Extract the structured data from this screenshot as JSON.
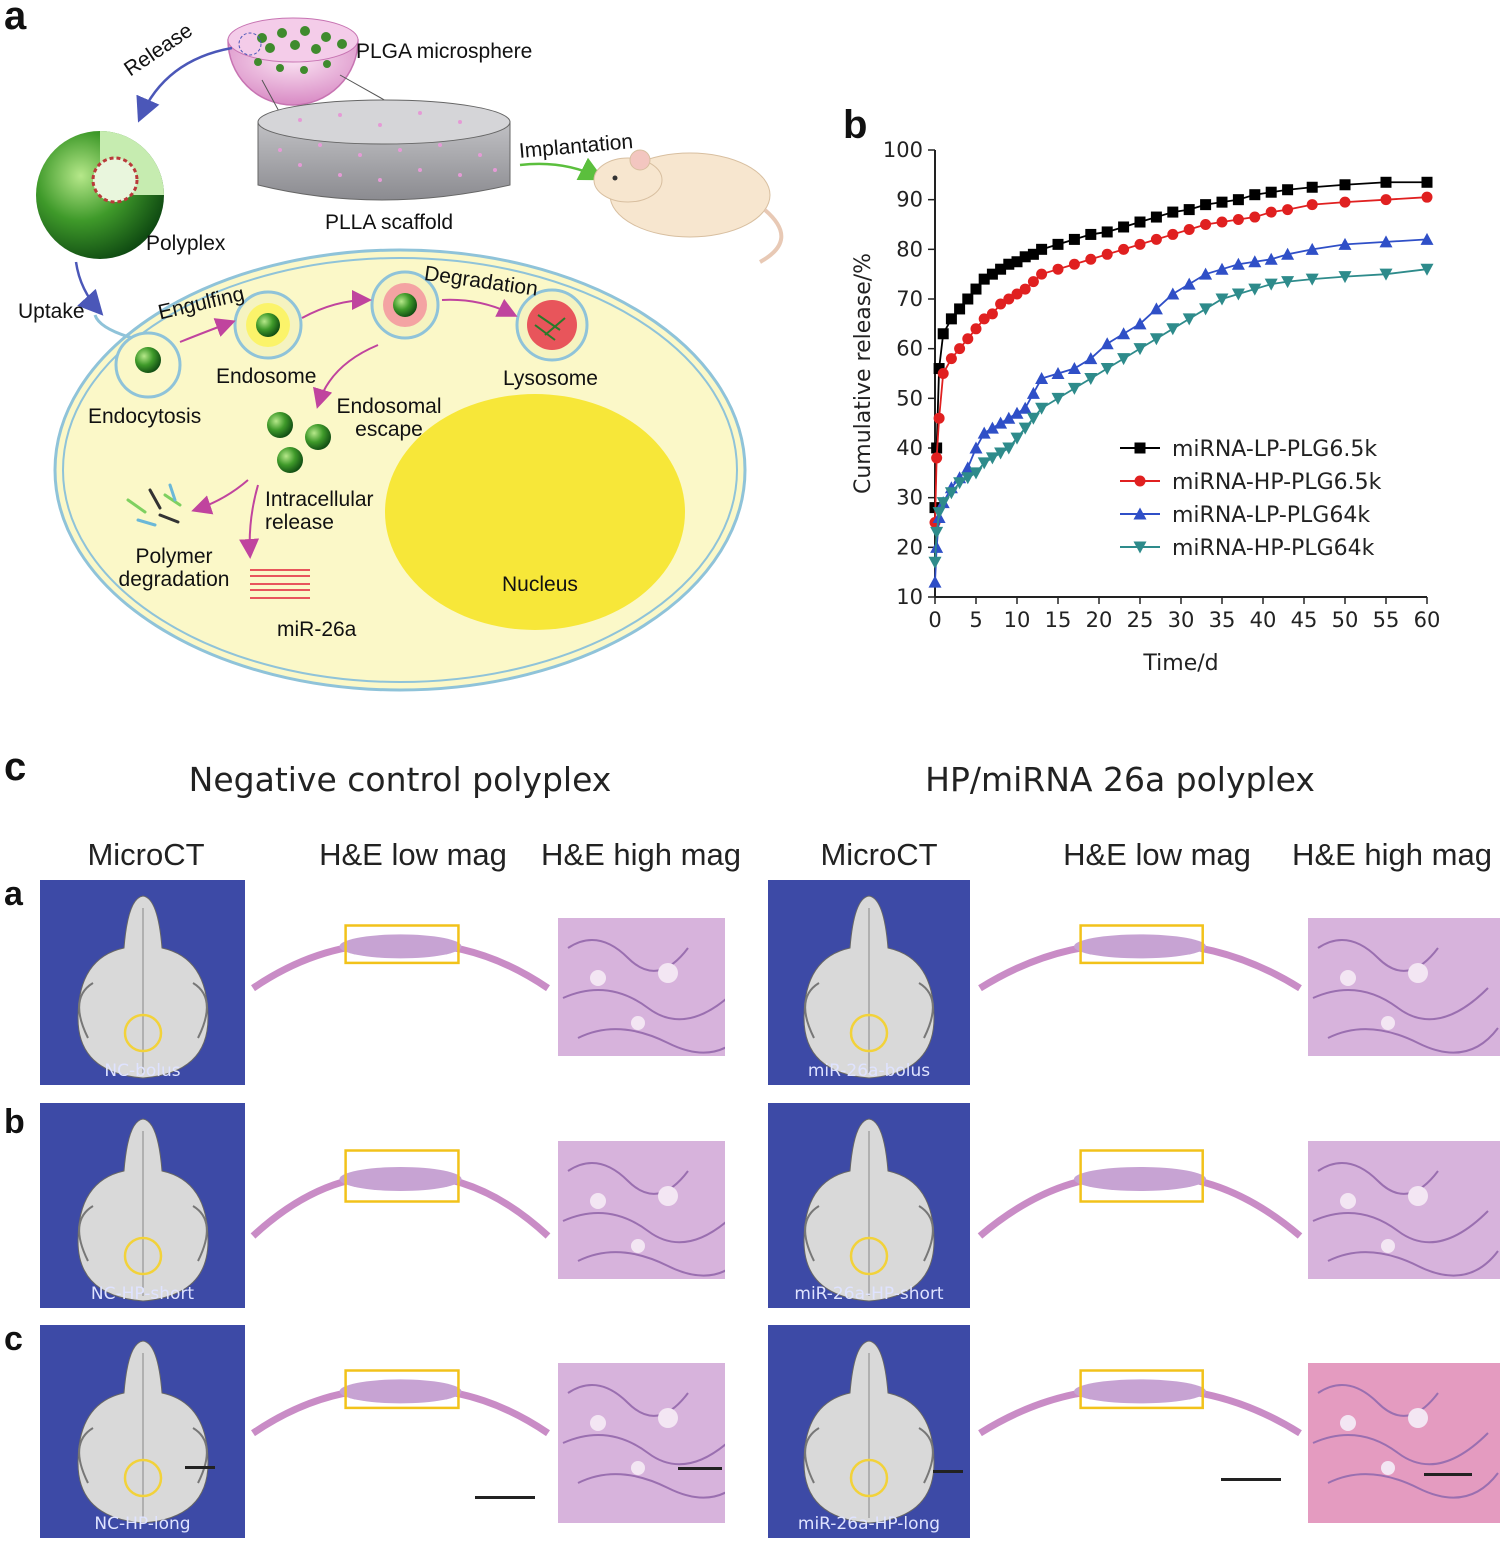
{
  "panel_a": {
    "letter": "a",
    "labels": {
      "plga": "PLGA microsphere",
      "release": "Release",
      "polyplex": "Polyplex",
      "plla": "PLLA scaffold",
      "implantation": "Implantation",
      "uptake": "Uptake",
      "engulfing": "Engulfing",
      "degradation": "Degradation",
      "endosome": "Endosome",
      "lysosome": "Lysosome",
      "endocytosis": "Endocytosis",
      "endosomal_escape_1": "Endosomal",
      "endosomal_escape_2": "escape",
      "intracellular_1": "Intracellular",
      "intracellular_2": "release",
      "polymer_deg_1": "Polymer",
      "polymer_deg_2": "degradation",
      "mir": "miR-26a",
      "nucleus": "Nucleus"
    }
  },
  "panel_b": {
    "letter": "b",
    "legend": [
      "miRNA-LP-PLG6.5k",
      "miRNA-HP-PLG6.5k",
      "miRNA-LP-PLG64k",
      "miRNA-HP-PLG64k"
    ]
  },
  "chart_data": {
    "type": "line",
    "xlabel": "Time/d",
    "ylabel": "Cumulative  release/%",
    "xlim": [
      0,
      60
    ],
    "ylim": [
      10,
      100
    ],
    "xticks": [
      0,
      5,
      10,
      15,
      20,
      25,
      30,
      35,
      40,
      45,
      50,
      55,
      60
    ],
    "yticks": [
      10,
      20,
      30,
      40,
      50,
      60,
      70,
      80,
      90,
      100
    ],
    "legend_position": "center-right",
    "series": [
      {
        "name": "miRNA-LP-PLG6.5k",
        "color": "#000000",
        "marker": "square",
        "x": [
          0,
          0.2,
          0.5,
          1,
          2,
          3,
          4,
          5,
          6,
          7,
          8,
          9,
          10,
          11,
          12,
          13,
          15,
          17,
          19,
          21,
          23,
          25,
          27,
          29,
          31,
          33,
          35,
          37,
          39,
          41,
          43,
          46,
          50,
          55,
          60
        ],
        "y": [
          28,
          40,
          56,
          63,
          66,
          68,
          70,
          72,
          74,
          75,
          76,
          77,
          77.5,
          78.5,
          79,
          80,
          81,
          82,
          83,
          83.5,
          84.5,
          85.5,
          86.5,
          87.5,
          88,
          89,
          89.5,
          90,
          91,
          91.5,
          92,
          92.5,
          93,
          93.5,
          93.5
        ]
      },
      {
        "name": "miRNA-HP-PLG6.5k",
        "color": "#e02020",
        "marker": "circle",
        "x": [
          0,
          0.2,
          0.5,
          1,
          2,
          3,
          4,
          5,
          6,
          7,
          8,
          9,
          10,
          11,
          12,
          13,
          15,
          17,
          19,
          21,
          23,
          25,
          27,
          29,
          31,
          33,
          35,
          37,
          39,
          41,
          43,
          46,
          50,
          55,
          60
        ],
        "y": [
          25,
          38,
          46,
          55,
          58,
          60,
          62,
          64,
          66,
          67,
          69,
          70,
          71,
          72,
          73.5,
          75,
          76,
          77,
          78,
          79,
          80,
          81,
          82,
          83,
          84,
          85,
          85.5,
          86,
          86.5,
          87.5,
          88,
          89,
          89.5,
          90,
          90.5
        ]
      },
      {
        "name": "miRNA-LP-PLG64k",
        "color": "#2f4fc7",
        "marker": "triangle-up",
        "x": [
          0,
          0.2,
          0.5,
          1,
          2,
          3,
          4,
          5,
          6,
          7,
          8,
          9,
          10,
          11,
          12,
          13,
          15,
          17,
          19,
          21,
          23,
          25,
          27,
          29,
          31,
          33,
          35,
          37,
          39,
          41,
          43,
          46,
          50,
          55,
          60
        ],
        "y": [
          13,
          20,
          26,
          29,
          32,
          34,
          36,
          40,
          43,
          44,
          45,
          46,
          47,
          48,
          51,
          54,
          55,
          56,
          58,
          61,
          63,
          65,
          68,
          71,
          73,
          75,
          76,
          77,
          77.5,
          78,
          79,
          80,
          81,
          81.5,
          82
        ]
      },
      {
        "name": "miRNA-HP-PLG64k",
        "color": "#2e8b8b",
        "marker": "triangle-down",
        "x": [
          0,
          0.2,
          0.5,
          1,
          2,
          3,
          4,
          5,
          6,
          7,
          8,
          9,
          10,
          11,
          12,
          13,
          15,
          17,
          19,
          21,
          23,
          25,
          27,
          29,
          31,
          33,
          35,
          37,
          39,
          41,
          43,
          46,
          50,
          55,
          60
        ],
        "y": [
          17,
          23,
          27,
          29,
          31,
          33,
          34,
          35,
          37,
          38,
          39,
          40,
          42,
          44,
          46,
          48,
          50,
          52,
          54,
          56,
          58,
          60,
          62,
          64,
          66,
          68,
          70,
          71,
          72,
          73,
          73.5,
          74,
          74.5,
          75,
          76
        ]
      }
    ]
  },
  "panel_c": {
    "letter": "c",
    "group_left": "Negative  control polyplex",
    "group_right": "HP/miRNA 26a polyplex",
    "col_headers": [
      "MicroCT",
      "H&E low mag",
      "H&E high mag"
    ],
    "row_letters": [
      "a",
      "b",
      "c"
    ],
    "captions_left": [
      "NC-bolus",
      "NC-HP-short",
      "NC-HP-long"
    ],
    "captions_right": [
      "miR-26a-bolus",
      "miR-26a-HP-short",
      "miR-26a-HP-long"
    ]
  }
}
